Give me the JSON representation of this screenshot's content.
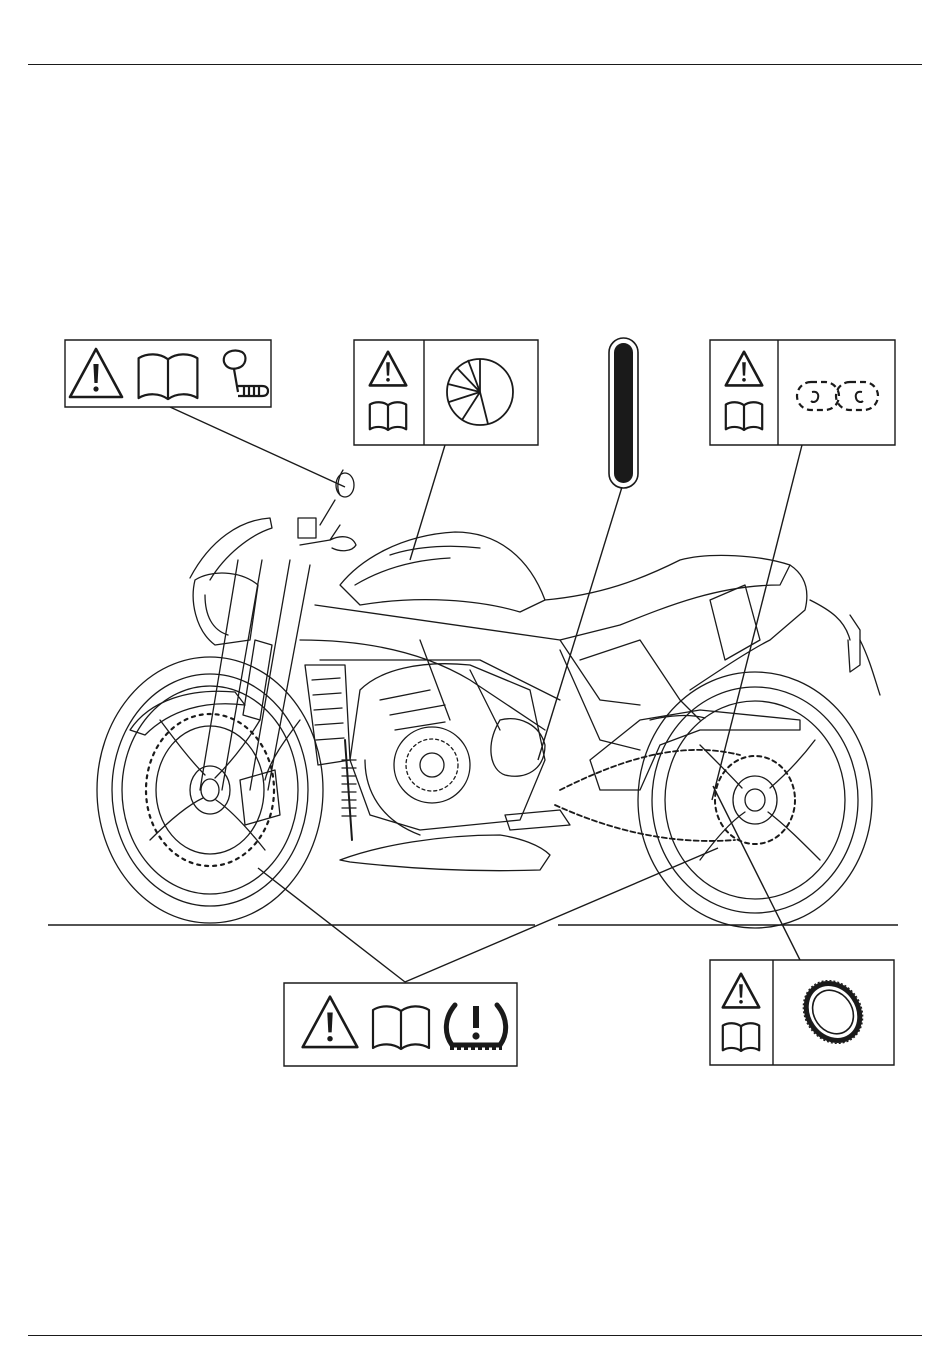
{
  "labels": [
    {
      "id": "mirror-label",
      "icons": [
        "warning-triangle-icon",
        "owners-handbook-icon",
        "mirror-icon"
      ]
    },
    {
      "id": "fuel-label",
      "icons": [
        "warning-triangle-icon",
        "owners-handbook-icon",
        "fuel-gauge-icon"
      ]
    },
    {
      "id": "chain-label",
      "icons": [
        "warning-triangle-icon",
        "owners-handbook-icon",
        "chain-link-icon"
      ]
    },
    {
      "id": "tpms-label",
      "icons": [
        "warning-triangle-icon",
        "owners-handbook-icon",
        "tyre-pressure-warning-icon"
      ]
    },
    {
      "id": "tyre-label",
      "icons": [
        "warning-triangle-icon",
        "owners-handbook-icon",
        "tyre-icon"
      ]
    }
  ],
  "colors": {
    "ink": "#1a1a1a",
    "paper": "#ffffff"
  }
}
